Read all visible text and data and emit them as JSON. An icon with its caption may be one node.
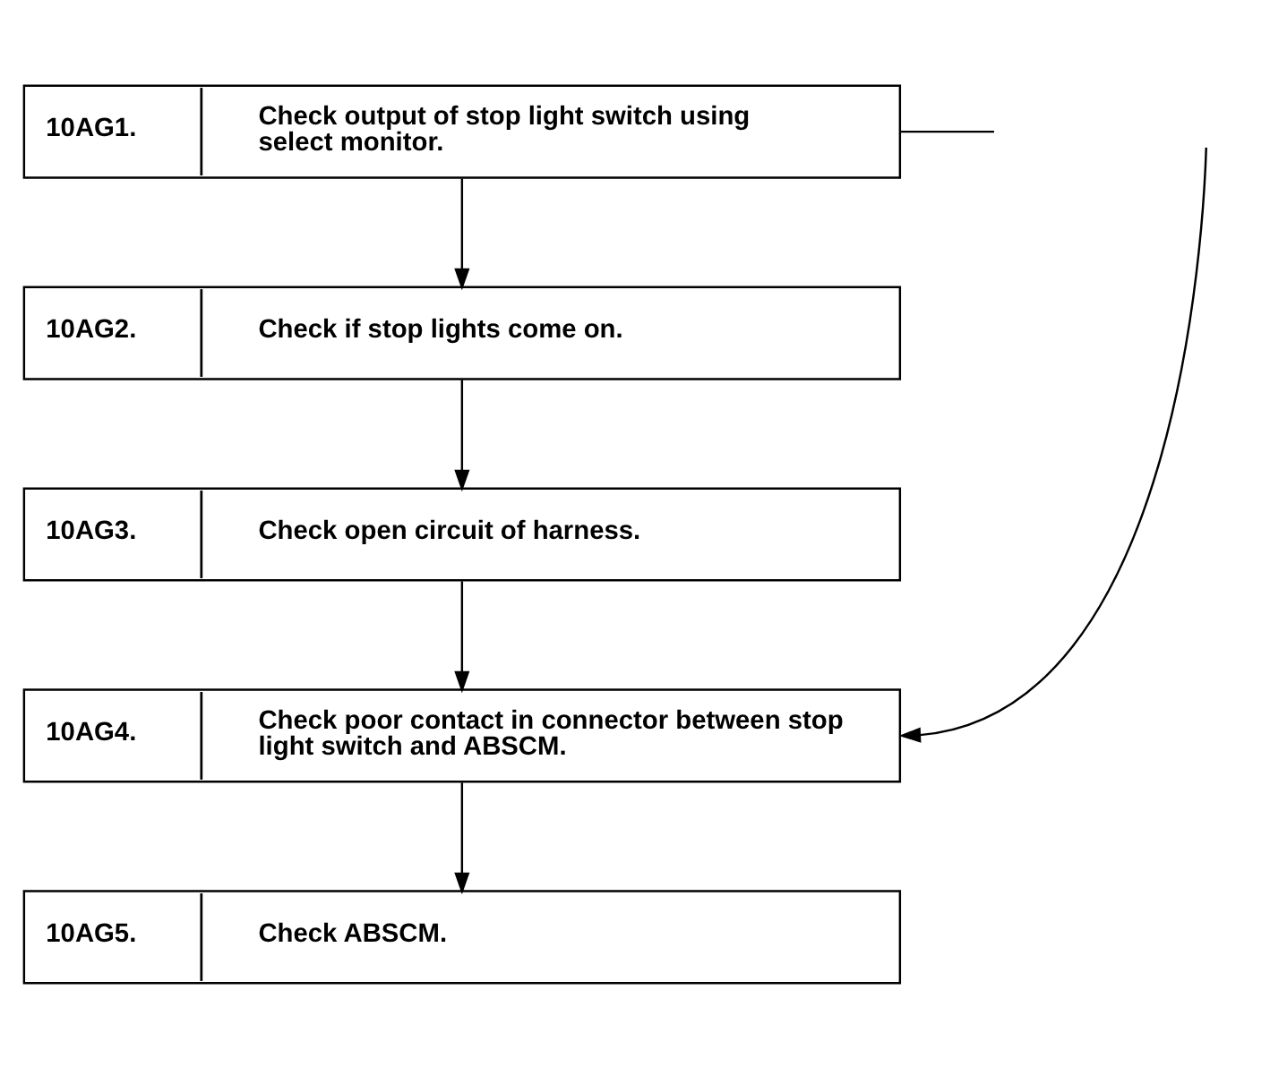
{
  "diagram": {
    "nodes": [
      {
        "text": [
          "10AG1.",
          "Check output of stop light switch using select monitor."
        ]
      },
      {
        "text": [
          "10AG2.",
          "Check if stop lights come on."
        ]
      },
      {
        "text": [
          "10AG3.",
          "Check open circuit of harness."
        ]
      },
      {
        "text": [
          "10AG4.",
          "Check poor contact in connector between stop light switch and ABSCM."
        ]
      },
      {
        "text": [
          "10AG5.",
          "Check ABSCM."
        ]
      }
    ],
    "edges": [
      {
        "from": 0,
        "to": 1,
        "arrow": "to"
      },
      {
        "from": 1,
        "to": 2,
        "arrow": "to"
      },
      {
        "from": 2,
        "to": 3,
        "arrow": "to"
      },
      {
        "from": 3,
        "to": 4,
        "arrow": "to"
      },
      {
        "from": 0,
        "to": null,
        "arrow": "none"
      },
      {
        "from": null,
        "to": 3,
        "arrow": "to"
      }
    ]
  }
}
